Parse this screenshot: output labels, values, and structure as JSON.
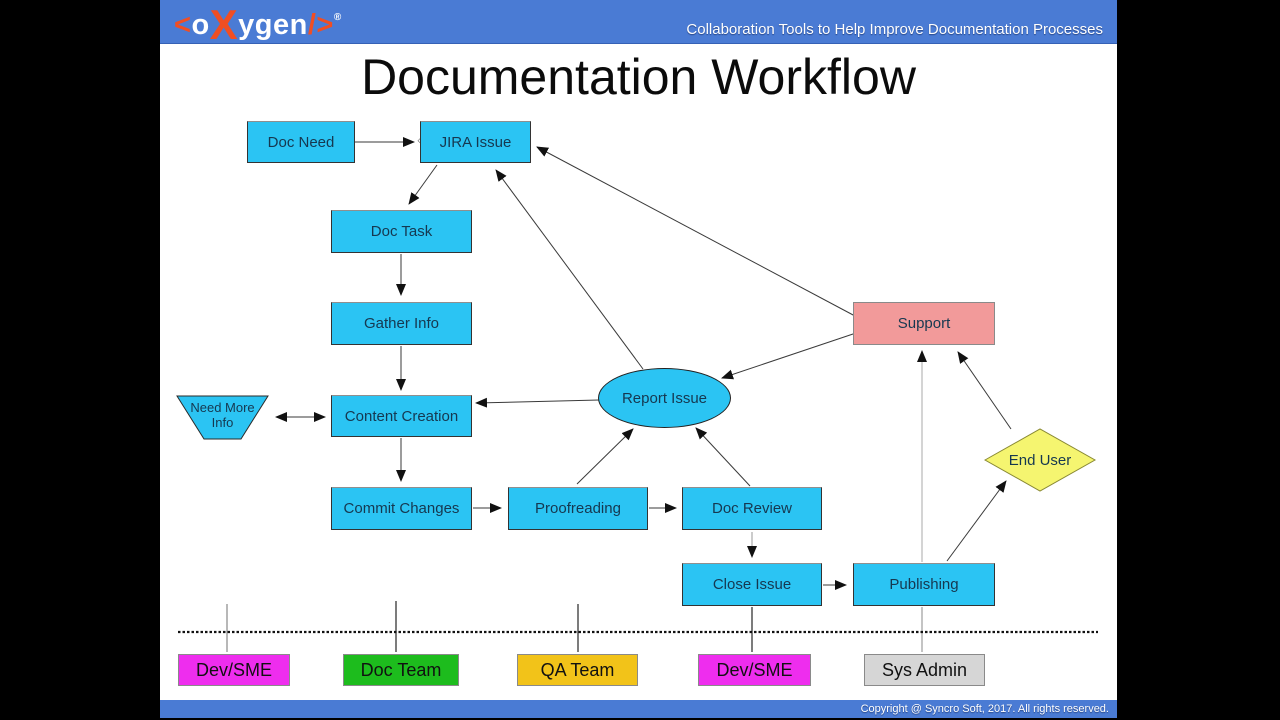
{
  "header": {
    "logo": {
      "open": "<",
      "o": "o",
      "x": "X",
      "ygen": "ygen",
      "close": "/>",
      "reg": "®"
    },
    "subtitle": "Collaboration Tools to Help Improve Documentation Processes"
  },
  "slide": {
    "title": "Documentation Workflow"
  },
  "nodes": {
    "doc_need": "Doc Need",
    "jira_issue": "JIRA Issue",
    "doc_task": "Doc Task",
    "gather_info": "Gather Info",
    "need_more_info_line1": "Need More",
    "need_more_info_line2": "Info",
    "content_creation": "Content Creation",
    "commit_changes": "Commit Changes",
    "proofreading": "Proofreading",
    "doc_review": "Doc Review",
    "close_issue": "Close Issue",
    "publishing": "Publishing",
    "report_issue": "Report Issue",
    "support": "Support",
    "end_user": "End User"
  },
  "lanes": [
    {
      "label": "Dev/SME",
      "color": "#ee2dee"
    },
    {
      "label": "Doc Team",
      "color": "#1dbc1d"
    },
    {
      "label": "QA Team",
      "color": "#f2c319"
    },
    {
      "label": "Dev/SME",
      "color": "#ee2dee"
    },
    {
      "label": "Sys Admin",
      "color": "#d6d6d6"
    }
  ],
  "footer": {
    "copyright": "Copyright @ Syncro Soft, 2017. All rights reserved."
  },
  "colors": {
    "header_blue": "#4a7bd4",
    "slide_bg": "#ffffff",
    "letterbox_black": "#000000",
    "process_fill": "#2bc4f3",
    "support_fill": "#f29a9a",
    "end_user_fill": "#f5f570",
    "logo_red": "#f04e23",
    "node_text": "#163850",
    "arrow_dark": "#3a3a3a"
  },
  "icons": {
    "mouse_cursor": "move-cursor-icon"
  }
}
